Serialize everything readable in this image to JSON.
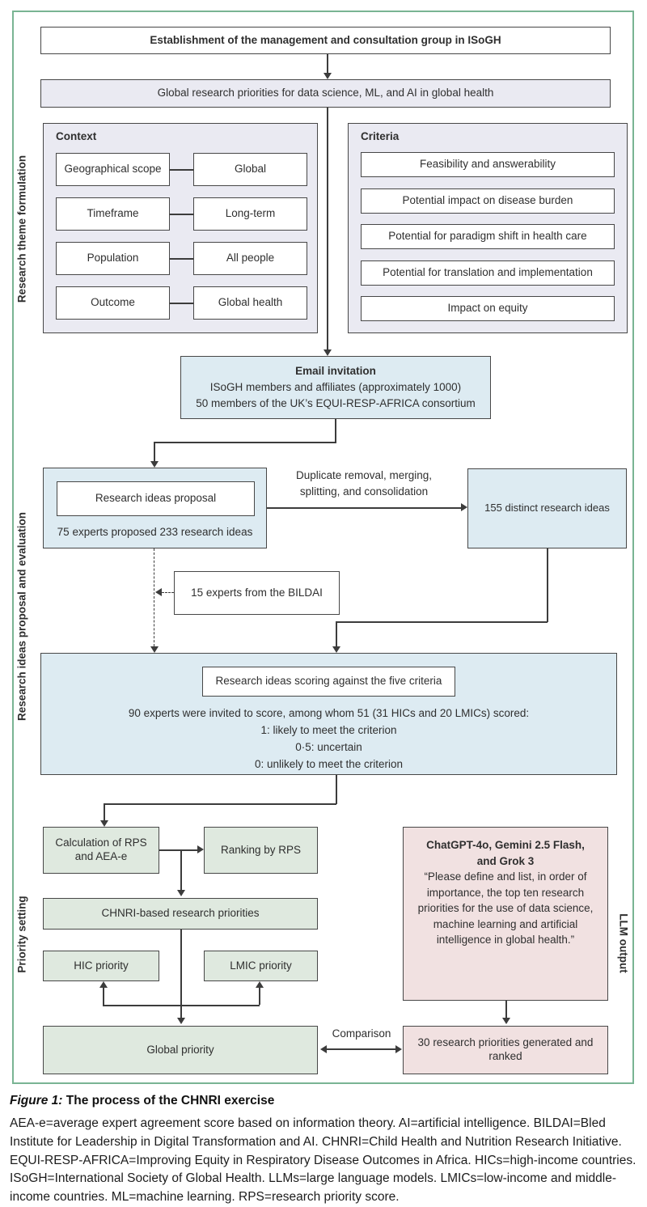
{
  "colors": {
    "frame_green": "#79b493",
    "box_border": "#474747",
    "fill_lavender": "#eaeaf2",
    "fill_blue": "#ddebf2",
    "fill_green": "#dfe9df",
    "fill_pink": "#f1e1e1",
    "line": "#3c3c3c"
  },
  "flow": {
    "top_box": "Establishment of the management and consultation group in ISoGH",
    "theme_bar": "Global research priorities for data science, ML, and AI in global health",
    "left_labels": {
      "theme": "Research theme formulation",
      "ideas": "Research ideas proposal and evaluation",
      "priority": "Priority setting"
    },
    "right_label": "LLM output",
    "context": {
      "title": "Context",
      "pairs": [
        {
          "left": "Geographical scope",
          "right": "Global"
        },
        {
          "left": "Timeframe",
          "right": "Long-term"
        },
        {
          "left": "Population",
          "right": "All people"
        },
        {
          "left": "Outcome",
          "right": "Global health"
        }
      ]
    },
    "criteria": {
      "title": "Criteria",
      "items": [
        "Feasibility and answerability",
        "Potential impact on disease burden",
        "Potential for paradigm shift in health care",
        "Potential for translation and implementation",
        "Impact on equity"
      ]
    },
    "email": {
      "title": "Email invitation",
      "lines": [
        "ISoGH members and affiliates (approximately 1000)",
        "50 members of the UK’s EQUI-RESP-AFRICA consortium"
      ]
    },
    "proposal": {
      "inner": "Research ideas proposal",
      "note": "75 experts proposed 233 research ideas"
    },
    "dedup_label": {
      "line1": "Duplicate removal, merging,",
      "line2": "splitting, and consolidation"
    },
    "distinct_ideas": "155 distinct research ideas",
    "bildai": "15 experts from the BILDAI",
    "scoring": {
      "inner": "Research ideas scoring against the five criteria",
      "lines": [
        "90 experts were invited to score, among whom 51 (31 HICs and 20 LMICs) scored:",
        "1: likely to meet the criterion",
        "0·5: uncertain",
        "0: unlikely to meet the criterion"
      ]
    },
    "priority": {
      "calc": "Calculation of RPS and AEA-e",
      "ranking": "Ranking by RPS",
      "chnri": "CHNRI-based research priorities",
      "hic": "HIC priority",
      "lmic": "LMIC priority",
      "global": "Global priority"
    },
    "comparison_label": "Comparison",
    "llm": {
      "title_line1": "ChatGPT-4o, Gemini 2.5 Flash,",
      "title_line2": "and Grok 3",
      "quote": "“Please define and list, in order of importance, the top ten research priorities for the use of data science, machine learning and artificial intelligence in global health.”",
      "result": "30 research priorities generated and ranked"
    }
  },
  "caption": {
    "title_prefix": "Figure 1:",
    "title_rest": " The process of the CHNRI exercise",
    "body": "AEA-e=average expert agreement score based on information theory. AI=artificial intelligence. BILDAI=Bled Institute for Leadership in Digital Transformation and AI. CHNRI=Child Health and Nutrition Research Initiative. EQUI-RESP-AFRICA=Improving Equity in Respiratory Disease Outcomes in Africa. HICs=high-income countries. ISoGH=International Society of Global Health. LLMs=large language models. LMICs=low-income and middle-income countries. ML=machine learning. RPS=research priority score."
  }
}
